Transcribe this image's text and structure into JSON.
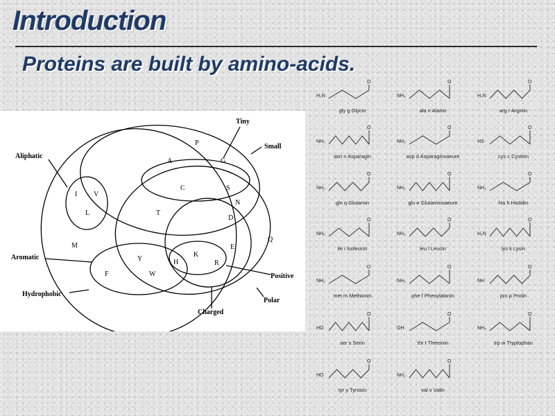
{
  "slide": {
    "title": "Introduction",
    "subtitle": "Proteins are built by amino-acids."
  },
  "venn": {
    "categories": {
      "tiny": "Tiny",
      "small": "Small",
      "aliphatic": "Aliphatic",
      "aromatic": "Aromatic",
      "hydrophobic": "Hydrophobic",
      "positive": "Positive",
      "polar": "Polar",
      "charged": "Charged"
    },
    "letters": [
      "P",
      "A",
      "G",
      "C",
      "S",
      "N",
      "I",
      "V",
      "L",
      "T",
      "D",
      "Q",
      "M",
      "E",
      "Y",
      "K",
      "H",
      "R",
      "F",
      "W"
    ]
  },
  "structures": [
    {
      "formula": "H₂N",
      "caption": "gly g Glycin"
    },
    {
      "formula": "NH₂",
      "caption": "ala n Alanin"
    },
    {
      "formula": "H₂N",
      "caption": "arg r Arginin"
    },
    {
      "formula": "NH₂",
      "caption": "asn n Asparagin"
    },
    {
      "formula": "NH₂",
      "caption": "asp d Asparaginsaeure"
    },
    {
      "formula": "HS",
      "caption": "cys c Cystein"
    },
    {
      "formula": "NH₂",
      "caption": "gln q Glutamin"
    },
    {
      "formula": "NH₂",
      "caption": "glu e Glutaminsaeure"
    },
    {
      "formula": "NH₂",
      "caption": "his h Histidin"
    },
    {
      "formula": "NH₂",
      "caption": "ile i Isoleucin"
    },
    {
      "formula": "NH₂",
      "caption": "leu l Leucin"
    },
    {
      "formula": "H₂N",
      "caption": "lys k Lysin"
    },
    {
      "formula": "NH₂",
      "caption": "met m Methionin"
    },
    {
      "formula": "NH₂",
      "caption": "phe f Phenylalanin"
    },
    {
      "formula": "NH",
      "caption": "pro p Prolin"
    },
    {
      "formula": "HO",
      "caption": "ser s Serin"
    },
    {
      "formula": "OH",
      "caption": "thr t Threonin"
    },
    {
      "formula": "NH₂",
      "caption": "trp w Tryptophan"
    },
    {
      "formula": "HO",
      "caption": "tyr y Tyrosin"
    },
    {
      "formula": "NH₂",
      "caption": "val v Valin"
    }
  ]
}
